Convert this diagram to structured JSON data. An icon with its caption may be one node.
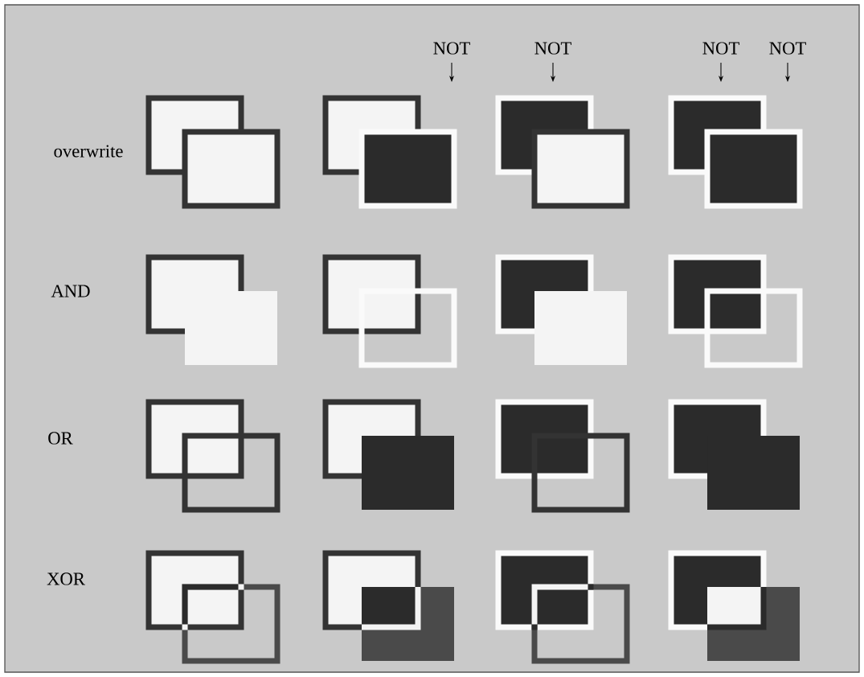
{
  "diagram": {
    "labels": [
      "NOT",
      "NOT",
      "NOT",
      "NOT",
      "overwrite",
      "AND",
      "OR",
      "XOR"
    ]
  }
}
